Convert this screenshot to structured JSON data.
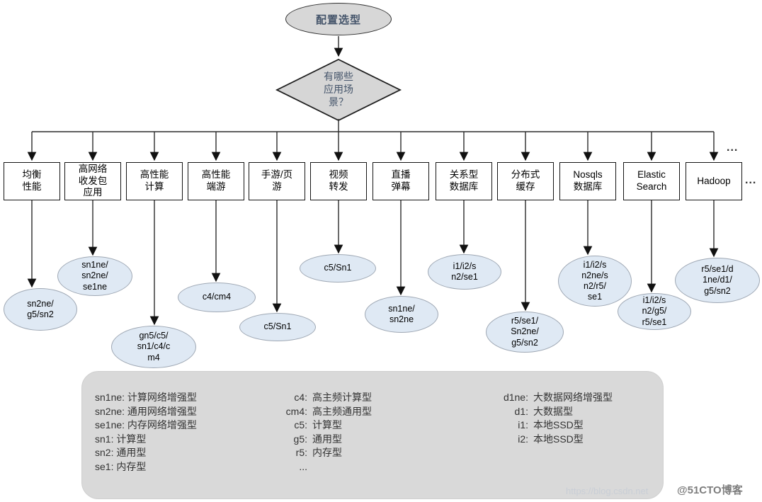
{
  "start": {
    "label": "配置选型"
  },
  "decision": {
    "label": "有哪些\n应用场\n景？"
  },
  "scenarios": [
    {
      "label": "均衡\n性能"
    },
    {
      "label": "高网络\n收发包\n应用"
    },
    {
      "label": "高性能\n计算"
    },
    {
      "label": "高性能\n端游"
    },
    {
      "label": "手游/页\n游"
    },
    {
      "label": "视频\n转发"
    },
    {
      "label": "直播\n弹幕"
    },
    {
      "label": "关系型\n数据库"
    },
    {
      "label": "分布式\n缓存"
    },
    {
      "label": "Nosqls\n数据库"
    },
    {
      "label": "Elastic\nSearch"
    },
    {
      "label": "Hadoop"
    }
  ],
  "instances": [
    {
      "label": "sn2ne/\ng5/sn2"
    },
    {
      "label": "sn1ne/\nsn2ne/\nse1ne"
    },
    {
      "label": "gn5/c5/\nsn1/c4/c\nm4"
    },
    {
      "label": "c4/cm4"
    },
    {
      "label": "c5/Sn1"
    },
    {
      "label": "c5/Sn1"
    },
    {
      "label": "sn1ne/\nsn2ne"
    },
    {
      "label": "i1/i2/s\nn2/se1"
    },
    {
      "label": "r5/se1/\nSn2ne/\ng5/sn2"
    },
    {
      "label": "i1/i2/s\nn2ne/s\nn2/r5/\nse1"
    },
    {
      "label": "i1/i2/s\nn2/g5/\nr5/se1"
    },
    {
      "label": "r5/se1/d\n1ne/d1/\ng5/sn2"
    }
  ],
  "ellipsis_branch": "...",
  "ellipsis_row": "...",
  "legend": {
    "col1": [
      "sn1ne: 计算网络增强型",
      "sn2ne: 通用网络增强型",
      "se1ne: 内存网络增强型",
      "sn1: 计算型",
      "sn2: 通用型",
      "se1: 内存型"
    ],
    "col2": [
      {
        "k": "c4:",
        "v": "高主频计算型"
      },
      {
        "k": "cm4:",
        "v": "高主频通用型"
      },
      {
        "k": "c5:",
        "v": "计算型"
      },
      {
        "k": "g5:",
        "v": "通用型"
      },
      {
        "k": "r5:",
        "v": "内存型"
      },
      {
        "k": "...",
        "v": ""
      }
    ],
    "col3": [
      {
        "k": "d1ne:",
        "v": "大数据网络增强型"
      },
      {
        "k": "d1:",
        "v": "大数据型"
      },
      {
        "k": "i1:",
        "v": "本地SSD型"
      },
      {
        "k": "i2:",
        "v": "本地SSD型"
      }
    ]
  },
  "watermarks": {
    "csdn": "https://blog.csdn.net",
    "cto": "@51CTO博客"
  },
  "colors": {
    "start_fill": "#d7d7d7",
    "decision_fill": "#d6d6d6",
    "scenario_fill": "#ffffff",
    "instance_fill": "#dfe9f4",
    "legend_fill": "#d9d9d9",
    "title_text": "#44546a",
    "line": "#2b2b2b"
  }
}
